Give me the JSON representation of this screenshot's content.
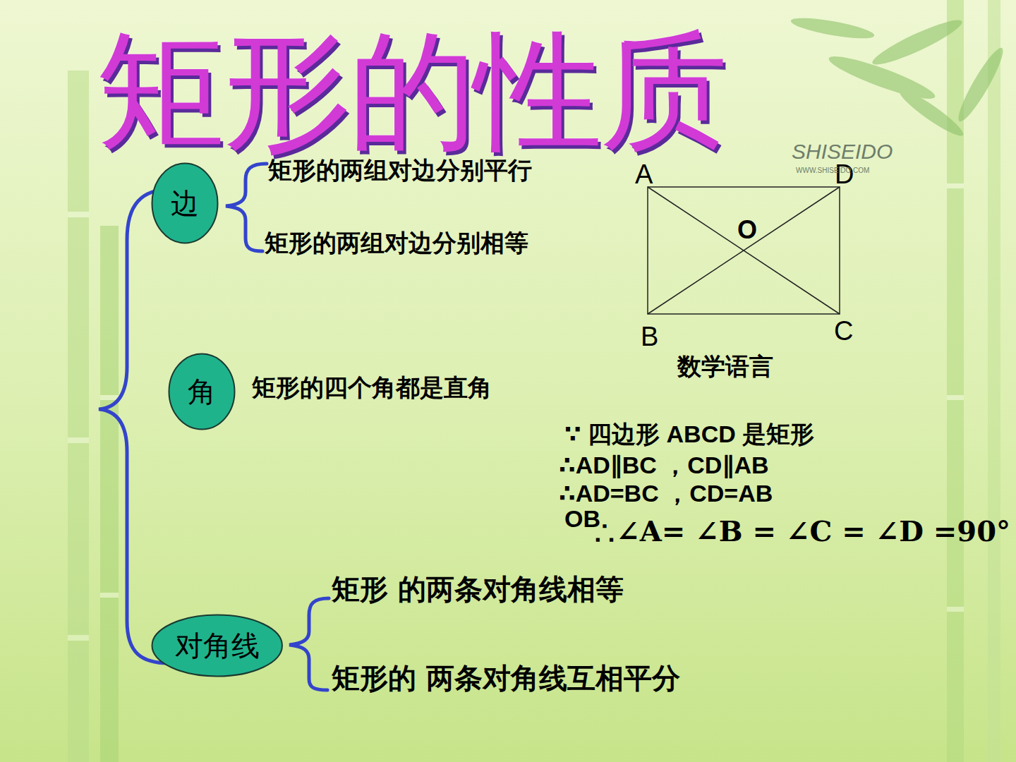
{
  "diagram": {
    "title": "矩形的性质",
    "nodes": [
      {
        "text": [
          "边"
        ]
      },
      {
        "text": [
          "角"
        ]
      },
      {
        "text": [
          "对角线"
        ]
      }
    ],
    "labels": [
      "矩形的两组对边分别平行",
      "矩形的两组对边分别相等",
      "矩形的四个角都是直角",
      "矩形  的两条对角线相等",
      "矩形的  两条对角线互相平分",
      "A",
      "D",
      "O",
      "B",
      "C",
      "数学语言",
      "∵ 四边形 ABCD 是矩形",
      "∴AD∥BC ，CD∥AB",
      "∴AD=BC ，CD=AB",
      "OB",
      "∴∠A=  ∠B = ∠C = ∠D =90°",
      "SHISEIDO",
      "WWW.SHISEIDO.COM"
    ]
  }
}
